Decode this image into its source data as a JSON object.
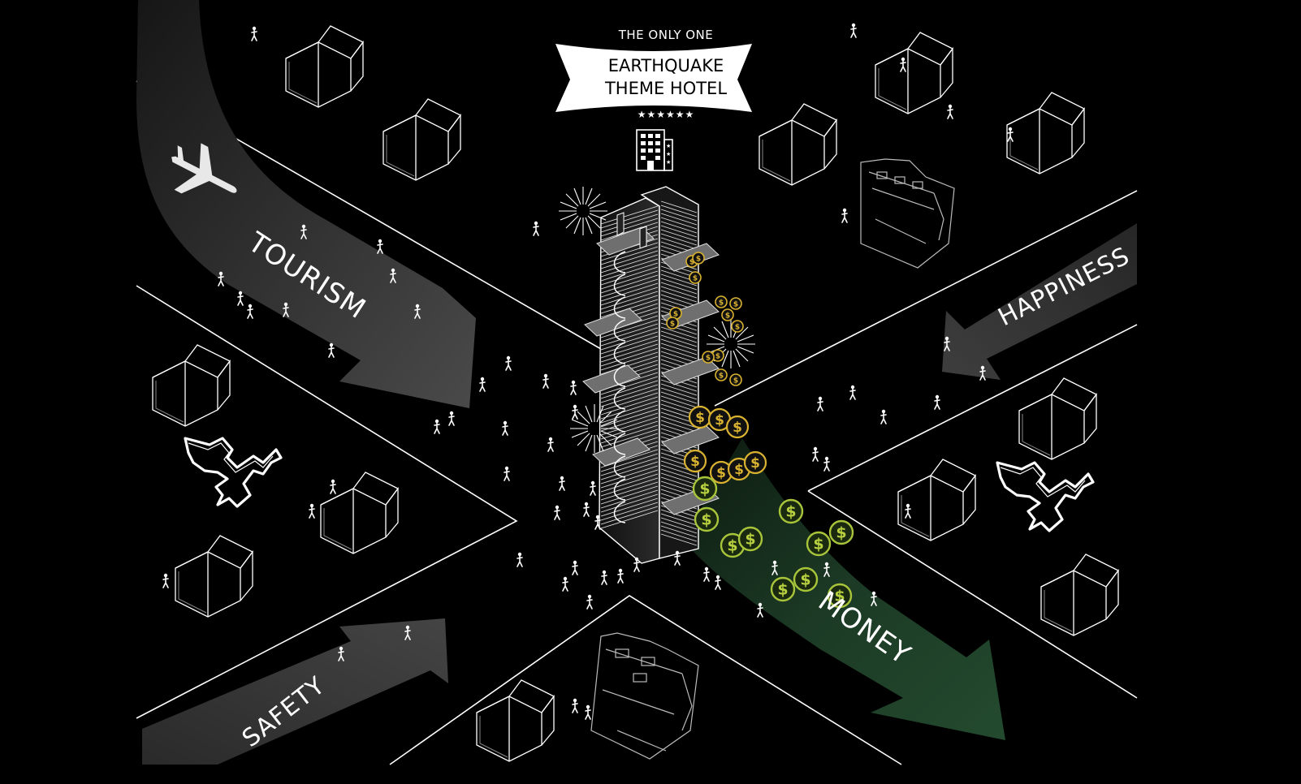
{
  "banner": {
    "line1": "THE ONLY ONE",
    "line2": "EARTHQUAKE",
    "line3": "THEME HOTEL",
    "rating": "★★★★★★"
  },
  "arrows": {
    "tourism": "TOURISM",
    "happiness": "HAPPINESS",
    "safety": "SAFETY",
    "money": "MONEY"
  },
  "icons": {
    "banner_hotel": "hotel-building-icon",
    "airplane": "airplane-icon",
    "coin": "dollar-coin-icon",
    "crack": "ground-crack-icon",
    "firework": "firework-icon",
    "person": "person-icon",
    "house": "house-icon"
  },
  "colors": {
    "background": "#000000",
    "lines": "#ffffff",
    "arrow_gray": "#3c3c3c",
    "arrow_money": "#1c3a25",
    "coin_gold": "#d9b230",
    "coin_green": "#9cba3a"
  }
}
